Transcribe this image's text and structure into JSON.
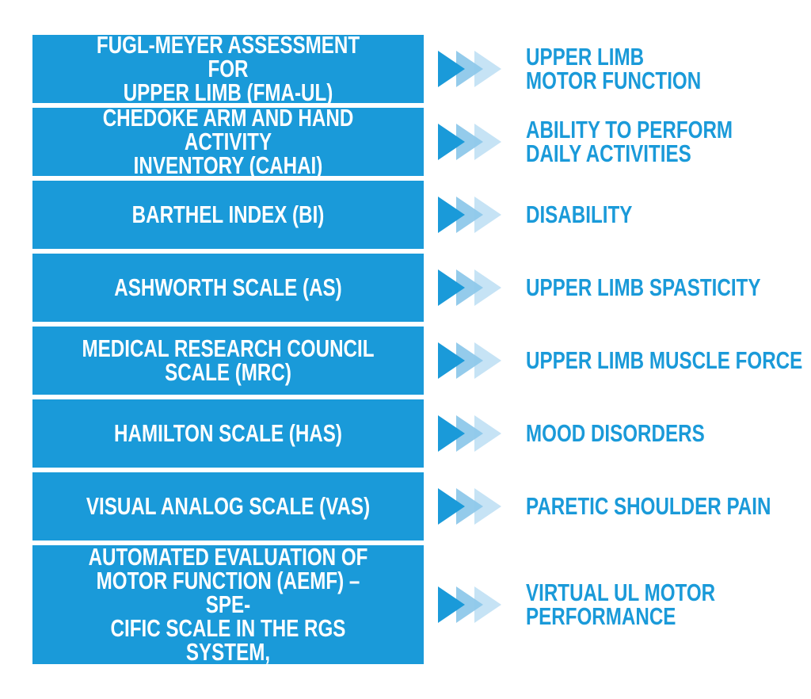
{
  "colors": {
    "box": "#1a9ad9",
    "arrow1": "#1a9ad9",
    "arrow2": "#8ec8ea",
    "arrow3": "#c6e3f5",
    "label": "#1a9ad9"
  },
  "rows": [
    {
      "scale": "FUGL-MEYER ASSESSMENT FOR\nUPPER LIMB (FMA-UL)",
      "measures": "UPPER LIMB\nMOTOR FUNCTION"
    },
    {
      "scale": "CHEDOKE ARM AND HAND ACTIVITY\nINVENTORY (CAHAI)",
      "measures": "ABILITY TO PERFORM\nDAILY ACTIVITIES"
    },
    {
      "scale": "BARTHEL INDEX (BI)",
      "measures": "DISABILITY"
    },
    {
      "scale": "ASHWORTH SCALE (AS)",
      "measures": "UPPER LIMB SPASTICITY"
    },
    {
      "scale": "MEDICAL RESEARCH COUNCIL\nSCALE (MRC)",
      "measures": "UPPER LIMB MUSCLE FORCE"
    },
    {
      "scale": "HAMILTON SCALE (HAS)",
      "measures": "MOOD DISORDERS"
    },
    {
      "scale": "VISUAL ANALOG SCALE (VAS)",
      "measures": "PARETIC SHOULDER PAIN"
    },
    {
      "scale": "AUTOMATED EVALUATION OF\nMOTOR FUNCTION (AEMF) – SPE-\nCIFIC SCALE IN THE RGS SYSTEM,",
      "measures": "VIRTUAL UL MOTOR\nPERFORMANCE"
    }
  ]
}
